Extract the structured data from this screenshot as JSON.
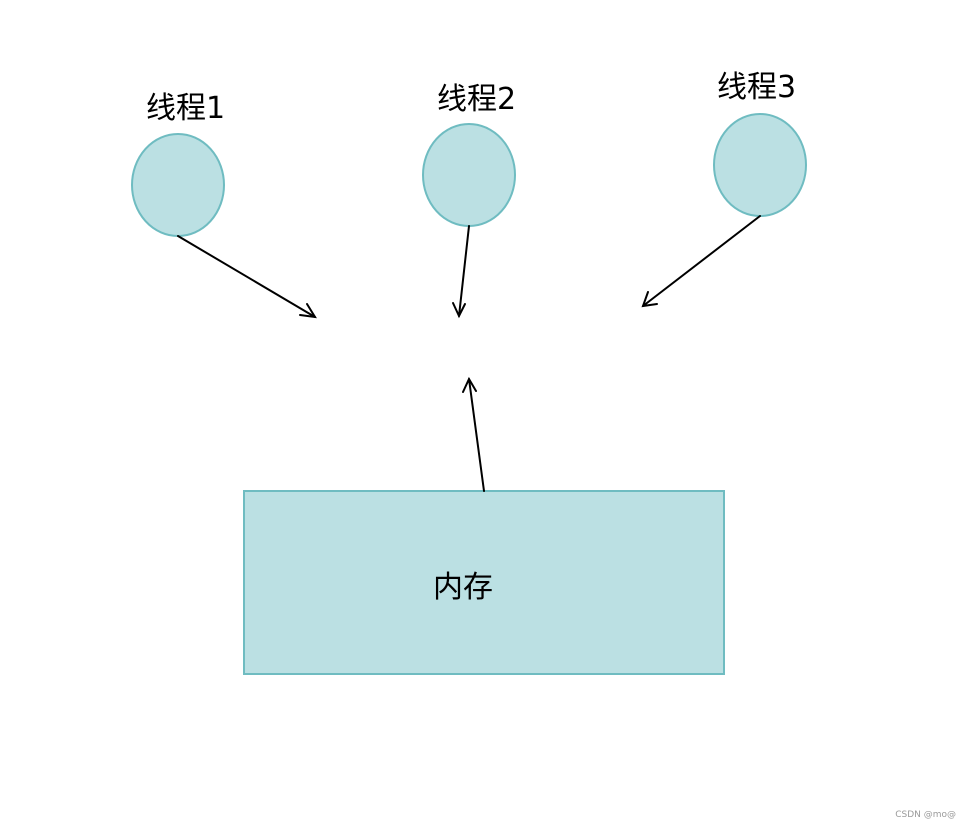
{
  "threads": [
    {
      "label": "线程1"
    },
    {
      "label": "线程2"
    },
    {
      "label": "线程3"
    }
  ],
  "memory": {
    "label": "内存"
  },
  "watermark": "CSDN @mo@",
  "colors": {
    "shape_fill": "#bbe0e3",
    "shape_stroke": "#6fbcc1",
    "arrow": "#000000",
    "text": "#000000"
  }
}
